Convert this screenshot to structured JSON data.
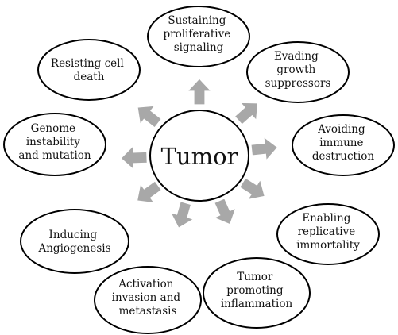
{
  "center": {
    "label": "Tumor"
  },
  "hallmarks": [
    {
      "id": "proliferative",
      "lines": [
        "Sustaining",
        "proliferative",
        "signaling"
      ]
    },
    {
      "id": "growth-suppressors",
      "lines": [
        "Evading",
        "growth",
        "suppressors"
      ]
    },
    {
      "id": "immune-destruction",
      "lines": [
        "Avoiding",
        "immune",
        "destruction"
      ]
    },
    {
      "id": "replicative-immortality",
      "lines": [
        "Enabling",
        "replicative",
        "immortality"
      ]
    },
    {
      "id": "inflammation",
      "lines": [
        "Tumor",
        "promoting",
        "inflammation"
      ]
    },
    {
      "id": "metastasis",
      "lines": [
        "Activation",
        "invasion and",
        "metastasis"
      ]
    },
    {
      "id": "angiogenesis",
      "lines": [
        "Inducing",
        "Angiogenesis"
      ]
    },
    {
      "id": "genome-instability",
      "lines": [
        "Genome",
        "instability",
        "and mutation"
      ]
    },
    {
      "id": "cell-death",
      "lines": [
        "Resisting cell",
        "death"
      ]
    }
  ],
  "colors": {
    "arrow": "#a8a8a8",
    "outline": "#000000",
    "background": "#ffffff"
  }
}
